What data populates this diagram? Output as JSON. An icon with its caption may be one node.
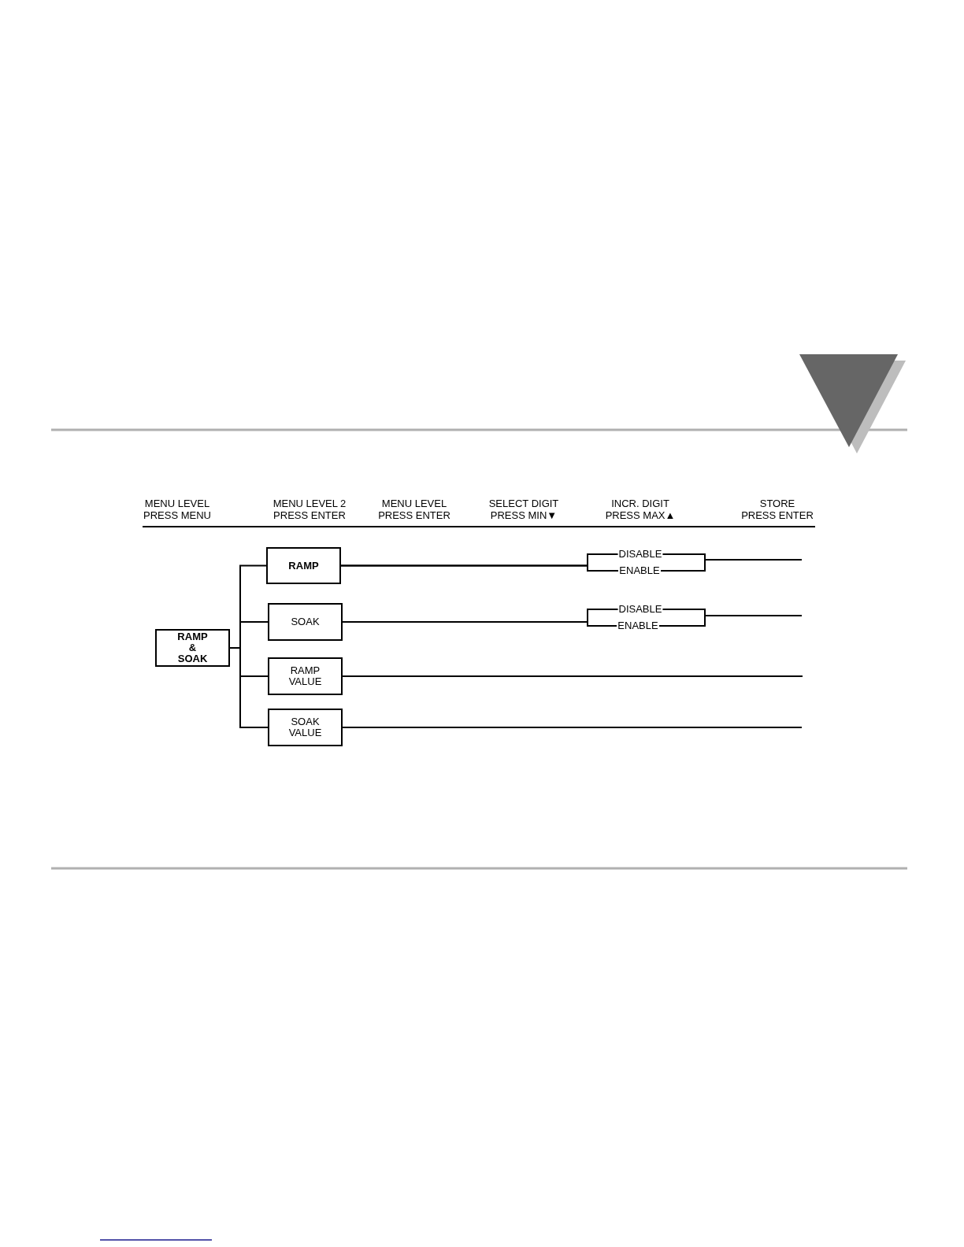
{
  "diagram": {
    "nodes": [
      {
        "text": [
          "RAMP & SOAK"
        ]
      },
      {
        "text": [
          "RAMP"
        ]
      },
      {
        "text": [
          "SOAK"
        ]
      },
      {
        "text": [
          "RAMP VALUE"
        ]
      },
      {
        "text": [
          "SOAK VALUE"
        ]
      },
      {
        "text": [
          "DISABLE"
        ]
      },
      {
        "text": [
          "ENABLE"
        ]
      },
      {
        "text": [
          "DISABLE"
        ]
      },
      {
        "text": [
          "ENABLE"
        ]
      }
    ],
    "edges": [
      {
        "from": 0,
        "to": 1,
        "arrow": "none"
      },
      {
        "from": 0,
        "to": 2,
        "arrow": "none"
      },
      {
        "from": 0,
        "to": 3,
        "arrow": "none"
      },
      {
        "from": 0,
        "to": 4,
        "arrow": "none"
      },
      {
        "from": 1,
        "to": 5,
        "arrow": "none"
      },
      {
        "from": 1,
        "to": 6,
        "arrow": "none"
      },
      {
        "from": 5,
        "to": null,
        "arrow": "none"
      },
      {
        "from": 6,
        "to": null,
        "arrow": "none"
      },
      {
        "from": 2,
        "to": 7,
        "arrow": "none"
      },
      {
        "from": 2,
        "to": 8,
        "arrow": "none"
      },
      {
        "from": 7,
        "to": null,
        "arrow": "none"
      },
      {
        "from": 8,
        "to": null,
        "arrow": "none"
      },
      {
        "from": 3,
        "to": null,
        "arrow": "none"
      },
      {
        "from": 4,
        "to": null,
        "arrow": "none"
      }
    ],
    "labels": [
      "MENU LEVEL PRESS MENU",
      "MENU LEVEL 2 PRESS ENTER",
      "MENU LEVEL PRESS ENTER",
      "SELECT DIGIT PRESS MIN▼",
      "INCR. DIGIT PRESS MAX▲",
      "STORE PRESS ENTER"
    ]
  }
}
